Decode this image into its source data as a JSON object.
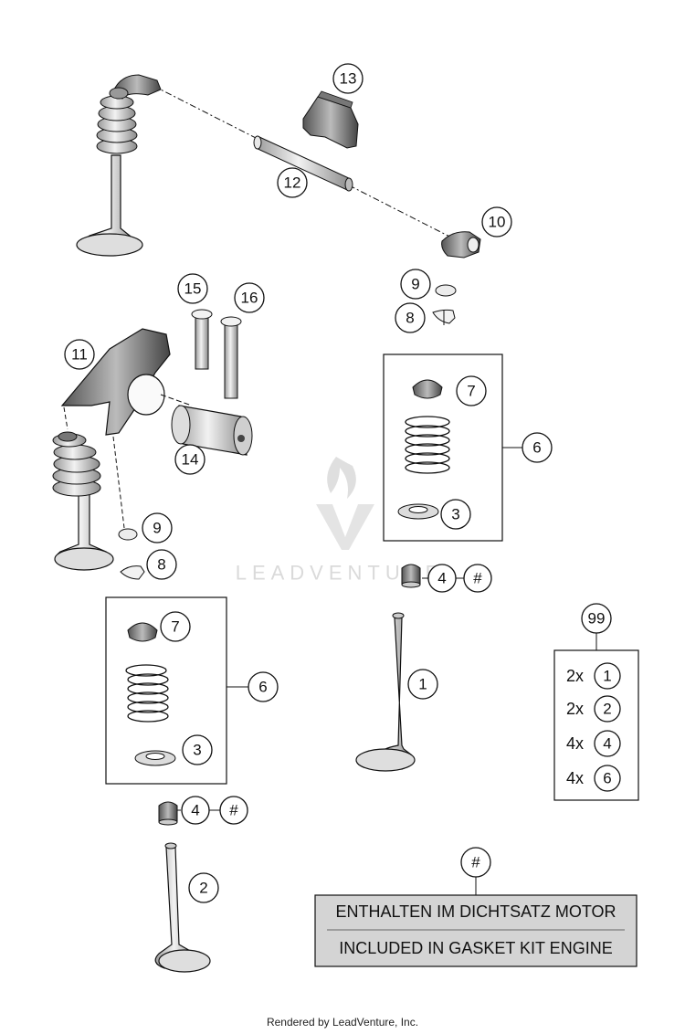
{
  "callouts": {
    "c13": "13",
    "c12": "12",
    "c10": "10",
    "c15": "15",
    "c16": "16",
    "c9a": "9",
    "c8a": "8",
    "c11": "11",
    "c7a": "7",
    "c6a": "6",
    "c3a": "3",
    "c14": "14",
    "c9b": "9",
    "c8b": "8",
    "c4a": "4",
    "hash_a": "#",
    "c99": "99",
    "c7b": "7",
    "c6b": "6",
    "c1": "1",
    "c3b": "3",
    "c4b": "4",
    "hash_b": "#",
    "c2": "2",
    "hash_c": "#"
  },
  "kit": {
    "rows": [
      {
        "qty": "2x",
        "item": "1"
      },
      {
        "qty": "2x",
        "item": "2"
      },
      {
        "qty": "4x",
        "item": "4"
      },
      {
        "qty": "4x",
        "item": "6"
      }
    ]
  },
  "banner": {
    "line_de": "ENTHALTEN IM DICHTSATZ MOTOR",
    "line_en": "INCLUDED IN GASKET KIT ENGINE"
  },
  "watermark": {
    "text": "LEADVENTURE"
  },
  "footer": {
    "text": "Rendered by LeadVenture, Inc."
  },
  "colors": {
    "line": "#111111",
    "part_fill": "#d9d9d9",
    "banner_fill": "#d4d4d4"
  }
}
